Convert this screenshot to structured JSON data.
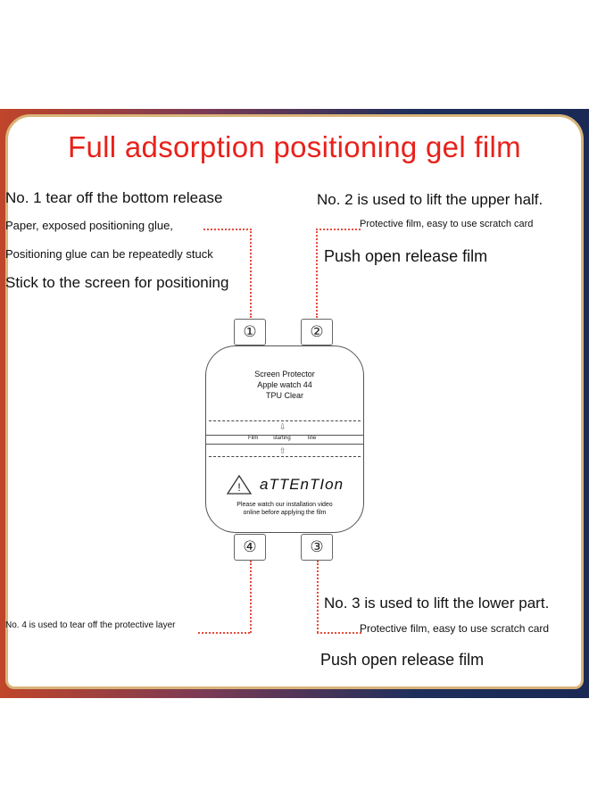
{
  "title": "Full adsorption positioning gel film",
  "steps": {
    "step1": {
      "line1": "No. 1 tear off the bottom release",
      "line2": "Paper, exposed positioning glue,",
      "line3": "Positioning glue can be repeatedly stuck",
      "line4": "Stick to the screen for positioning"
    },
    "step2": {
      "line1": "No. 2 is used to lift the upper half.",
      "line2": "Protective film, easy to use scratch card",
      "line3": "Push open release film"
    },
    "step3": {
      "line1": "No. 3 is used to lift the lower part.",
      "line2": "Protective film, easy to use scratch card",
      "line3": "Push open release film"
    },
    "step4": {
      "line1": "No. 4 is used to tear off the protective layer"
    }
  },
  "tabs": {
    "t1": "①",
    "t2": "②",
    "t3": "③",
    "t4": "④"
  },
  "card": {
    "line1": "Screen Protector",
    "line2": "Apple watch 44",
    "line3": "TPU Clear",
    "band_film": "Film",
    "band_starting": "starting",
    "band_line": "line",
    "attention": "aTTEnTIon",
    "note1": "Please watch our installation video",
    "note2": "online before applying the film"
  },
  "colors": {
    "title": "#e8211b",
    "leader": "#e64b3c",
    "frame_gold": "#d9b479"
  }
}
